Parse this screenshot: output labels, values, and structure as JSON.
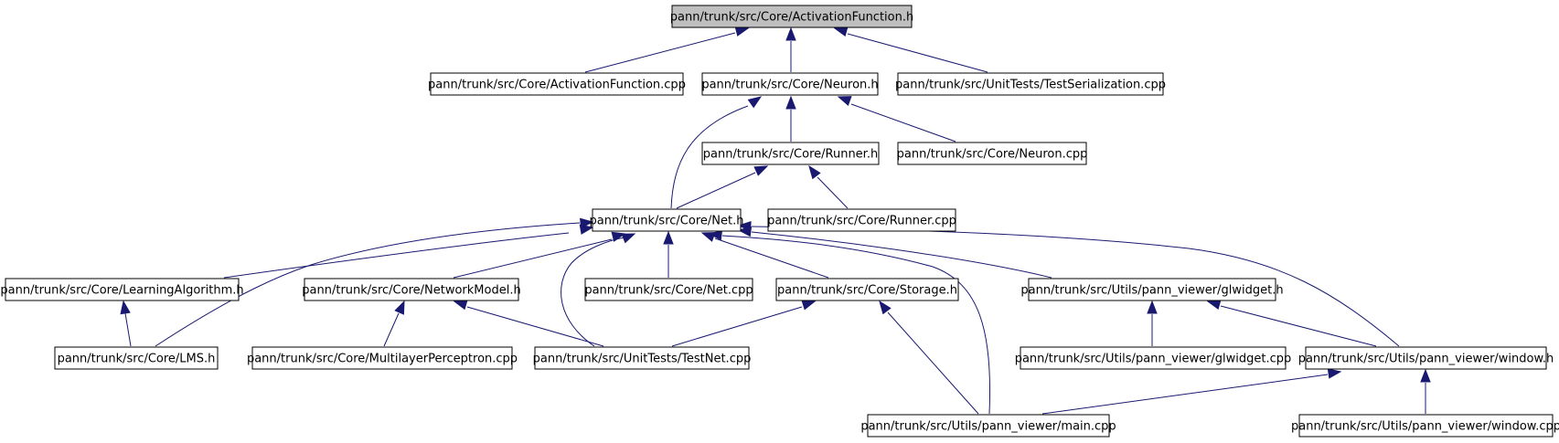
{
  "diagram": {
    "type": "include-dependency-graph",
    "colors": {
      "edge": "#191970",
      "root_fill": "#bfbfbf",
      "node_fill": "#ffffff",
      "border": "#000000"
    },
    "nodes": [
      {
        "id": "af_h",
        "label": "pann/trunk/src/Core/ActivationFunction.h",
        "root": true
      },
      {
        "id": "af_cpp",
        "label": "pann/trunk/src/Core/ActivationFunction.cpp"
      },
      {
        "id": "neuron_h",
        "label": "pann/trunk/src/Core/Neuron.h"
      },
      {
        "id": "testser",
        "label": "pann/trunk/src/UnitTests/TestSerialization.cpp"
      },
      {
        "id": "runner_h",
        "label": "pann/trunk/src/Core/Runner.h"
      },
      {
        "id": "neuron_cpp",
        "label": "pann/trunk/src/Core/Neuron.cpp"
      },
      {
        "id": "net_h",
        "label": "pann/trunk/src/Core/Net.h"
      },
      {
        "id": "runner_cpp",
        "label": "pann/trunk/src/Core/Runner.cpp"
      },
      {
        "id": "la_h",
        "label": "pann/trunk/src/Core/LearningAlgorithm.h"
      },
      {
        "id": "nm_h",
        "label": "pann/trunk/src/Core/NetworkModel.h"
      },
      {
        "id": "net_cpp",
        "label": "pann/trunk/src/Core/Net.cpp"
      },
      {
        "id": "storage_h",
        "label": "pann/trunk/src/Core/Storage.h"
      },
      {
        "id": "glw_h",
        "label": "pann/trunk/src/Utils/pann_viewer/glwidget.h"
      },
      {
        "id": "lms_h",
        "label": "pann/trunk/src/Core/LMS.h"
      },
      {
        "id": "mlp_cpp",
        "label": "pann/trunk/src/Core/MultilayerPerceptron.cpp"
      },
      {
        "id": "testnet",
        "label": "pann/trunk/src/UnitTests/TestNet.cpp"
      },
      {
        "id": "glw_cpp",
        "label": "pann/trunk/src/Utils/pann_viewer/glwidget.cpp"
      },
      {
        "id": "win_h",
        "label": "pann/trunk/src/Utils/pann_viewer/window.h"
      },
      {
        "id": "main_cpp",
        "label": "pann/trunk/src/Utils/pann_viewer/main.cpp"
      },
      {
        "id": "win_cpp",
        "label": "pann/trunk/src/Utils/pann_viewer/window.cpp"
      }
    ],
    "edges": [
      {
        "from": "af_cpp",
        "to": "af_h"
      },
      {
        "from": "neuron_h",
        "to": "af_h"
      },
      {
        "from": "testser",
        "to": "af_h"
      },
      {
        "from": "net_h",
        "to": "neuron_h"
      },
      {
        "from": "runner_h",
        "to": "neuron_h"
      },
      {
        "from": "neuron_cpp",
        "to": "neuron_h"
      },
      {
        "from": "net_h",
        "to": "runner_h"
      },
      {
        "from": "runner_cpp",
        "to": "runner_h"
      },
      {
        "from": "la_h",
        "to": "net_h"
      },
      {
        "from": "lms_h",
        "to": "net_h"
      },
      {
        "from": "nm_h",
        "to": "net_h"
      },
      {
        "from": "testnet",
        "to": "net_h"
      },
      {
        "from": "net_cpp",
        "to": "net_h"
      },
      {
        "from": "storage_h",
        "to": "net_h"
      },
      {
        "from": "main_cpp",
        "to": "net_h"
      },
      {
        "from": "glw_h",
        "to": "net_h"
      },
      {
        "from": "win_h",
        "to": "net_h"
      },
      {
        "from": "lms_h",
        "to": "la_h"
      },
      {
        "from": "mlp_cpp",
        "to": "nm_h"
      },
      {
        "from": "testnet",
        "to": "nm_h"
      },
      {
        "from": "testnet",
        "to": "storage_h"
      },
      {
        "from": "main_cpp",
        "to": "storage_h"
      },
      {
        "from": "glw_cpp",
        "to": "glw_h"
      },
      {
        "from": "win_h",
        "to": "glw_h"
      },
      {
        "from": "main_cpp",
        "to": "win_h"
      },
      {
        "from": "win_cpp",
        "to": "win_h"
      }
    ]
  }
}
